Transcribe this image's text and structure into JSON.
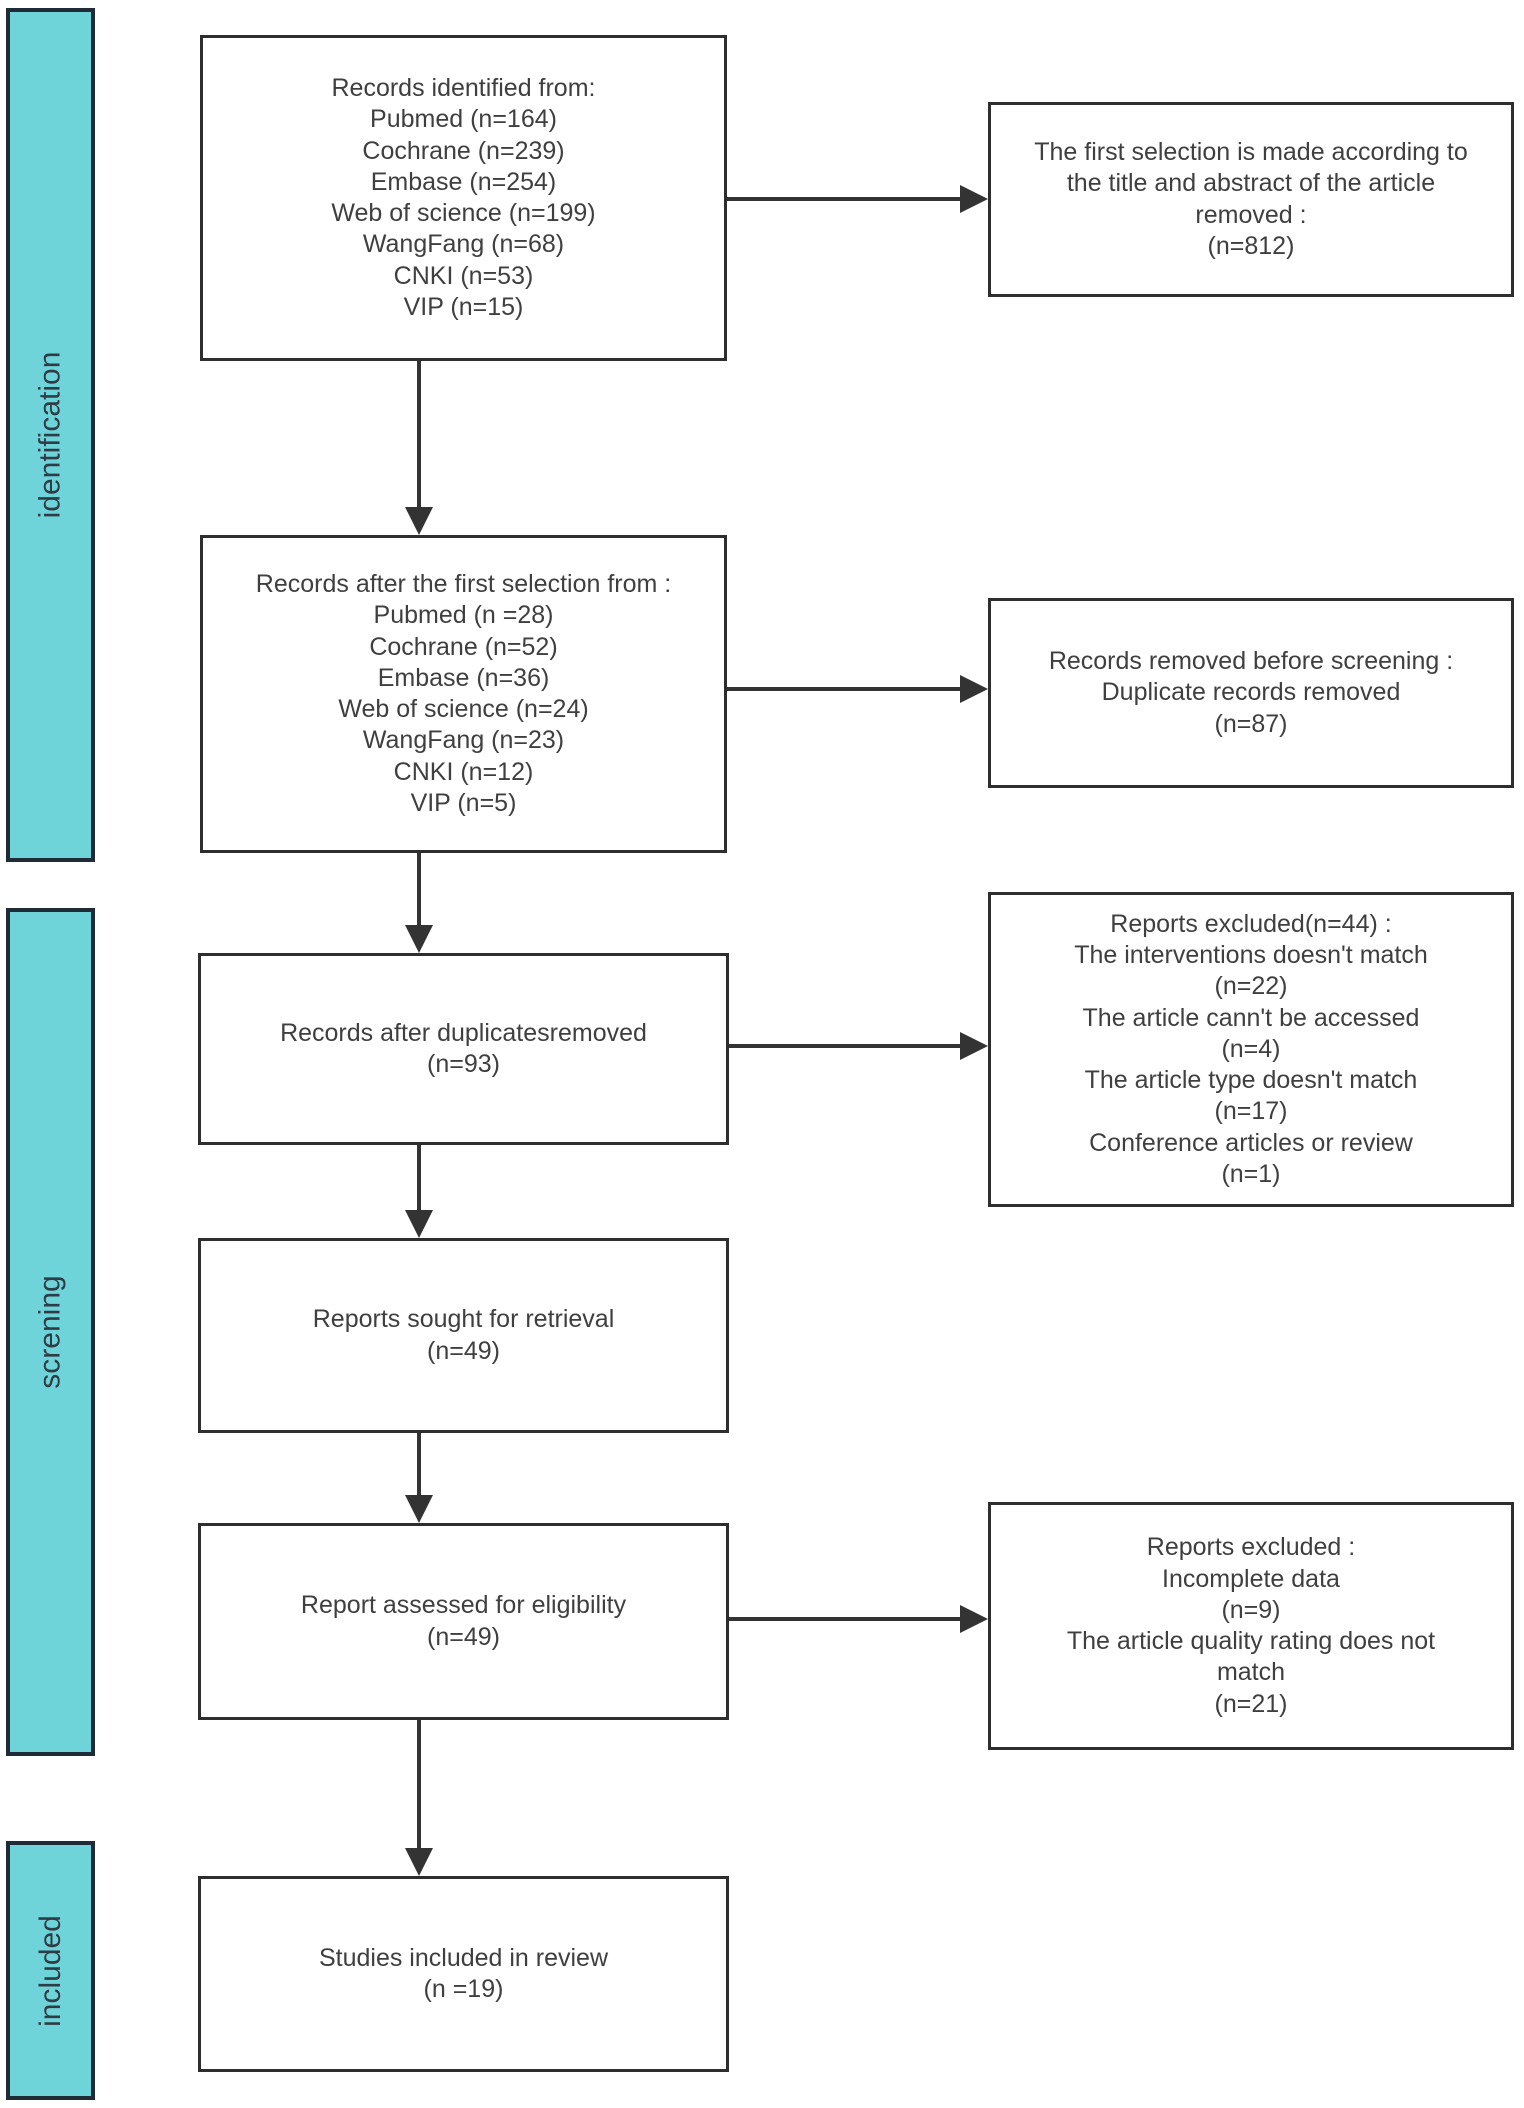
{
  "colors": {
    "stage_fill": "#6fd4d9",
    "stage_border": "#1f2b36",
    "stage_text": "#2e3d45",
    "box_border": "#2e2e2e",
    "arrow": "#333333",
    "text": "#3f3f3f"
  },
  "stages": [
    {
      "label": "identification"
    },
    {
      "label": "screning"
    },
    {
      "label": "included"
    }
  ],
  "main_boxes": [
    {
      "lines": [
        "Records identified from:",
        "Pubmed (n=164)",
        "Cochrane (n=239)",
        "Embase (n=254)",
        "Web of science (n=199)",
        "WangFang (n=68)",
        "CNKI (n=53)",
        "VIP (n=15)"
      ]
    },
    {
      "lines": [
        "Records after the first selection from :",
        "Pubmed (n =28)",
        "Cochrane (n=52)",
        "Embase (n=36)",
        "Web of science (n=24)",
        "WangFang (n=23)",
        "CNKI (n=12)",
        "VIP (n=5)"
      ]
    },
    {
      "lines": [
        "Records after duplicatesremoved",
        "(n=93)"
      ]
    },
    {
      "lines": [
        "Reports sought for retrieval",
        "(n=49)"
      ]
    },
    {
      "lines": [
        "Report assessed for eligibility",
        "(n=49)"
      ]
    },
    {
      "lines": [
        "Studies included in review",
        "(n =19)"
      ]
    }
  ],
  "side_boxes": [
    {
      "lines": [
        "The first selection is made according to",
        "the title and abstract of the article",
        "removed :",
        "(n=812)"
      ]
    },
    {
      "lines": [
        "Records removed before screening :",
        "Duplicate records removed",
        "(n=87)"
      ]
    },
    {
      "lines": [
        "Reports excluded(n=44) :",
        "The interventions doesn't match",
        "(n=22)",
        "The article cann't be accessed",
        "(n=4)",
        "The article type doesn't match",
        "(n=17)",
        "Conference articles or review",
        "(n=1)"
      ]
    },
    {
      "lines": [
        "Reports excluded :",
        "Incomplete data",
        "(n=9)",
        "The article quality rating does not",
        "match",
        "(n=21)"
      ]
    }
  ]
}
